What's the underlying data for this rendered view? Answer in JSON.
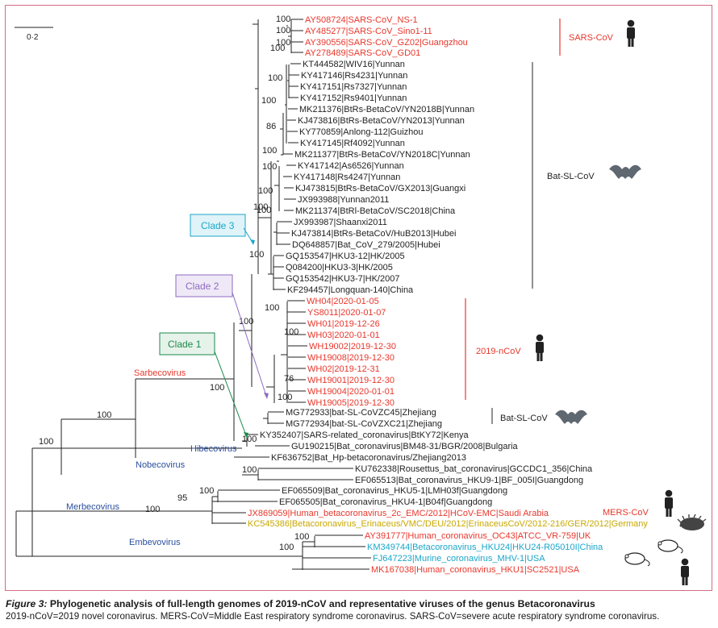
{
  "figure": {
    "scale_label": "0·2",
    "caption_label": "Figure 3:",
    "caption_title": "Phylogenetic analysis of full-length genomes of 2019-nCoV and representative viruses of the genus Betacoronavirus",
    "caption_text": "2019-nCoV=2019 novel coronavirus. MERS-CoV=Middle East respiratory syndrome coronavirus. SARS-CoV=severe acute respiratory syndrome coronavirus."
  },
  "colors": {
    "sars": "#e8372c",
    "black": "#222222",
    "mers_red": "#e8372c",
    "erinaceus": "#c8a800",
    "cyan": "#1aa6c8",
    "genus_blue": "#2b4f9e",
    "sarbeco_red": "#e8372c",
    "clade1": "#1d8a4c",
    "clade2": "#8e6bbf",
    "clade3": "#1aa6c8",
    "frame": "#d36c84"
  },
  "taxa": [
    {
      "label": "AY508724|SARS-CoV_NS-1",
      "color": "red"
    },
    {
      "label": "AY485277|SARS-CoV_Sino1-11",
      "color": "red"
    },
    {
      "label": "AY390556|SARS-CoV_GZ02|Guangzhou",
      "color": "red"
    },
    {
      "label": "AY278489|SARS-CoV_GD01",
      "color": "red"
    },
    {
      "label": "KT444582|WIV16|Yunnan",
      "color": "black"
    },
    {
      "label": "KY417146|Rs4231|Yunnan",
      "color": "black"
    },
    {
      "label": "KY417151|Rs7327|Yunnan",
      "color": "black"
    },
    {
      "label": "KY417152|Rs9401|Yunnan",
      "color": "black"
    },
    {
      "label": "MK211376|BtRs-BetaCoV/YN2018B|Yunnan",
      "color": "black"
    },
    {
      "label": "KJ473816|BtRs-BetaCoV/YN2013|Yunnan",
      "color": "black"
    },
    {
      "label": "KY770859|Anlong-112|Guizhou",
      "color": "black"
    },
    {
      "label": "KY417145|Rf4092|Yunnan",
      "color": "black"
    },
    {
      "label": "MK211377|BtRs-BetaCoV/YN2018C|Yunnan",
      "color": "black"
    },
    {
      "label": "KY417142|As6526|Yunnan",
      "color": "black"
    },
    {
      "label": "KY417148|Rs4247|Yunnan",
      "color": "black"
    },
    {
      "label": "KJ473815|BtRs-BetaCoV/GX2013|Guangxi",
      "color": "black"
    },
    {
      "label": "JX993988|Yunnan2011",
      "color": "black"
    },
    {
      "label": "MK211374|BtRl-BetaCoV/SC2018|China",
      "color": "black"
    },
    {
      "label": "JX993987|Shaanxi2011",
      "color": "black"
    },
    {
      "label": "KJ473814|BtRs-BetaCoV/HuB2013|Hubei",
      "color": "black"
    },
    {
      "label": "DQ648857|Bat_CoV_279/2005|Hubei",
      "color": "black"
    },
    {
      "label": "GQ153547|HKU3-12|HK/2005",
      "color": "black"
    },
    {
      "label": "Q084200|HKU3-3|HK/2005",
      "color": "black"
    },
    {
      "label": "GQ153542|HKU3-7|HK/2007",
      "color": "black"
    },
    {
      "label": "KF294457|Longquan-140|China",
      "color": "black"
    },
    {
      "label": "WH04|2020-01-05",
      "color": "red"
    },
    {
      "label": "YS8011|2020-01-07",
      "color": "red"
    },
    {
      "label": "WH01|2019-12-26",
      "color": "red"
    },
    {
      "label": "WH03|2020-01-01",
      "color": "red"
    },
    {
      "label": "WH19002|2019-12-30",
      "color": "red"
    },
    {
      "label": "WH19008|2019-12-30",
      "color": "red"
    },
    {
      "label": "WH02|2019-12-31",
      "color": "red"
    },
    {
      "label": "WH19001|2019-12-30",
      "color": "red"
    },
    {
      "label": "WH19004|2020-01-01",
      "color": "red"
    },
    {
      "label": "WH19005|2019-12-30",
      "color": "red"
    },
    {
      "label": "MG772933|bat-SL-CoVZC45|Zhejiang",
      "color": "black"
    },
    {
      "label": "MG772934|bat-SL-CoVZXC21|Zhejiang",
      "color": "black"
    },
    {
      "label": "KY352407|SARS-related_coronavirus|BtKY72|Kenya",
      "color": "black"
    },
    {
      "label": "GU190215|Bat_coronavirus|BM48-31/BGR/2008|Bulgaria",
      "color": "black"
    },
    {
      "label": "KF636752|Bat_Hp-betacoronavirus/Zhejiang2013",
      "color": "black"
    },
    {
      "label": "KU762338|Rousettus_bat_coronavirus|GCCDC1_356|China",
      "color": "black"
    },
    {
      "label": "EF065513|Bat_coronavirus_HKU9-1|BF_005I|Guangdong",
      "color": "black"
    },
    {
      "label": "EF065509|Bat_coronavirus_HKU5-1|LMH03f|Guangdong",
      "color": "black"
    },
    {
      "label": "EF065505|Bat_coronavirus_HKU4-1|B04f|Guangdong",
      "color": "black"
    },
    {
      "label": "JX869059|Human_betacoronavirus_2c_EMC/2012|HCoV-EMC|Saudi Arabia",
      "color": "red"
    },
    {
      "label": "KC545386|Betacoronavirus_Erinaceus/VMC/DEU/2012|ErinaceusCoV/2012-216/GER/2012|Germany",
      "color": "yellow"
    },
    {
      "label": "AY391777|Human_coronavirus_OC43|ATCC_VR-759|UK",
      "color": "red"
    },
    {
      "label": "KM349744|Betacoronavirus_HKU24|HKU24-R05010I|China",
      "color": "cyan"
    },
    {
      "label": "FJ647223|Murine_coronavirus_MHV-1|USA",
      "color": "cyan"
    },
    {
      "label": "MK167038|Human_coronavirus_HKU1|SC2521|USA",
      "color": "red"
    }
  ],
  "bootstrap": [
    "100",
    "100",
    "100",
    "100",
    "100",
    "100",
    "86",
    "100",
    "100",
    "100",
    "100",
    "100",
    "100",
    "100",
    "100",
    "76",
    "100",
    "100",
    "100",
    "100",
    "100",
    "100",
    "100",
    "100",
    "95",
    "100",
    "100",
    "100"
  ],
  "groups": {
    "sars_cov": "SARS-CoV",
    "bat_sl_cov": "Bat-SL-CoV",
    "ncov": "2019-nCoV",
    "bat_sl_cov2": "Bat-SL-CoV",
    "mers_cov": "MERS-CoV"
  },
  "genera": {
    "sarbeco": "Sarbecovirus",
    "hibeco": "Hibecovirus",
    "nobeco": "Nobecovirus",
    "merbeco": "Merbecovirus",
    "embeco": "Embevovirus"
  },
  "clades": {
    "clade1": "Clade 1",
    "clade2": "Clade 2",
    "clade3": "Clade 3"
  },
  "icons": [
    "human-icon",
    "bat-icon",
    "hedgehog-icon",
    "rat-icon",
    "mouse-icon"
  ]
}
